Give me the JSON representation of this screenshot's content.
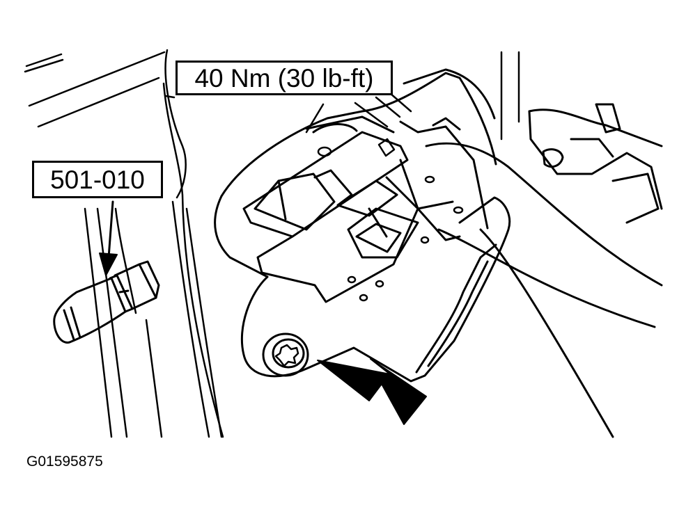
{
  "callouts": {
    "torque_spec": "40 Nm (30 lb-ft)",
    "tool_number": "501-010"
  },
  "figure_id": "G01595875",
  "colors": {
    "ink": "#000000",
    "paper": "#ffffff"
  },
  "icons": {
    "fastener": "torx-bolt-icon",
    "tool": "torx-socket-icon",
    "pointer": "arrow-icon"
  }
}
